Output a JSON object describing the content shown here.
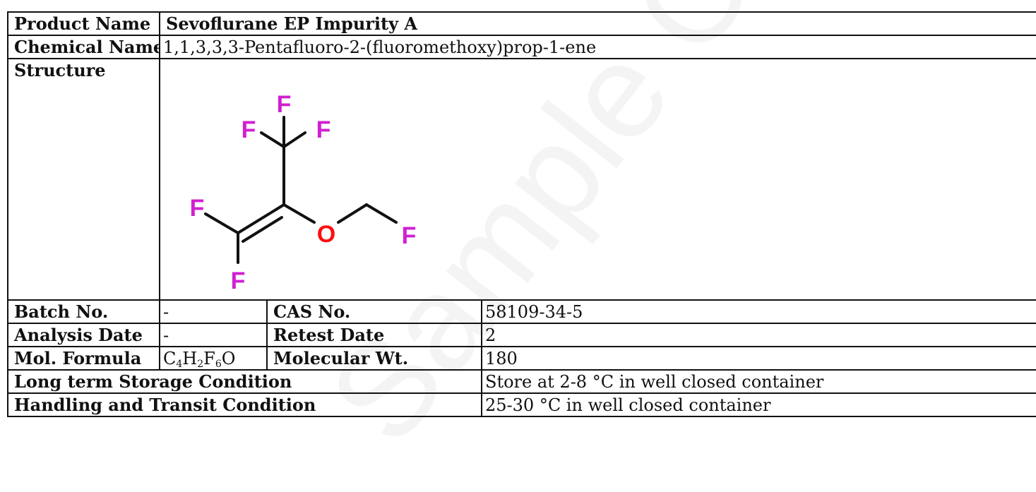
{
  "product": {
    "label": "Product Name",
    "value": "Sevoflurane EP Impurity A"
  },
  "chemical": {
    "label": "Chemical Name",
    "value": "1,1,3,3,3-Pentafluoro-2-(fluoromethoxy)prop-1-ene"
  },
  "structure": {
    "label": "Structure",
    "atoms": {
      "fluorine": "F",
      "oxygen": "O"
    },
    "colors": {
      "fluorine": "#d11fd1",
      "oxygen": "#ff0d0d",
      "bond": "#111111"
    }
  },
  "batch": {
    "label": "Batch No.",
    "value": "-"
  },
  "cas": {
    "label": "CAS No.",
    "value": "58109-34-5"
  },
  "analysis": {
    "label": "Analysis Date",
    "value": "-"
  },
  "retest": {
    "label": "Retest Date",
    "value": "2"
  },
  "formula": {
    "label": "Mol. Formula",
    "parts": [
      {
        "el": "C",
        "n": "4"
      },
      {
        "el": "H",
        "n": "2"
      },
      {
        "el": "F",
        "n": "6"
      },
      {
        "el": "O",
        "n": ""
      }
    ]
  },
  "molwt": {
    "label": "Molecular Wt.",
    "value": "180"
  },
  "storage": {
    "label": "Long term Storage Condition",
    "value": "Store at 2-8 °C in well closed container"
  },
  "handling": {
    "label": "Handling and Transit Condition",
    "value": "25-30 °C in well closed container"
  },
  "watermark": {
    "text": "Sample COA"
  }
}
